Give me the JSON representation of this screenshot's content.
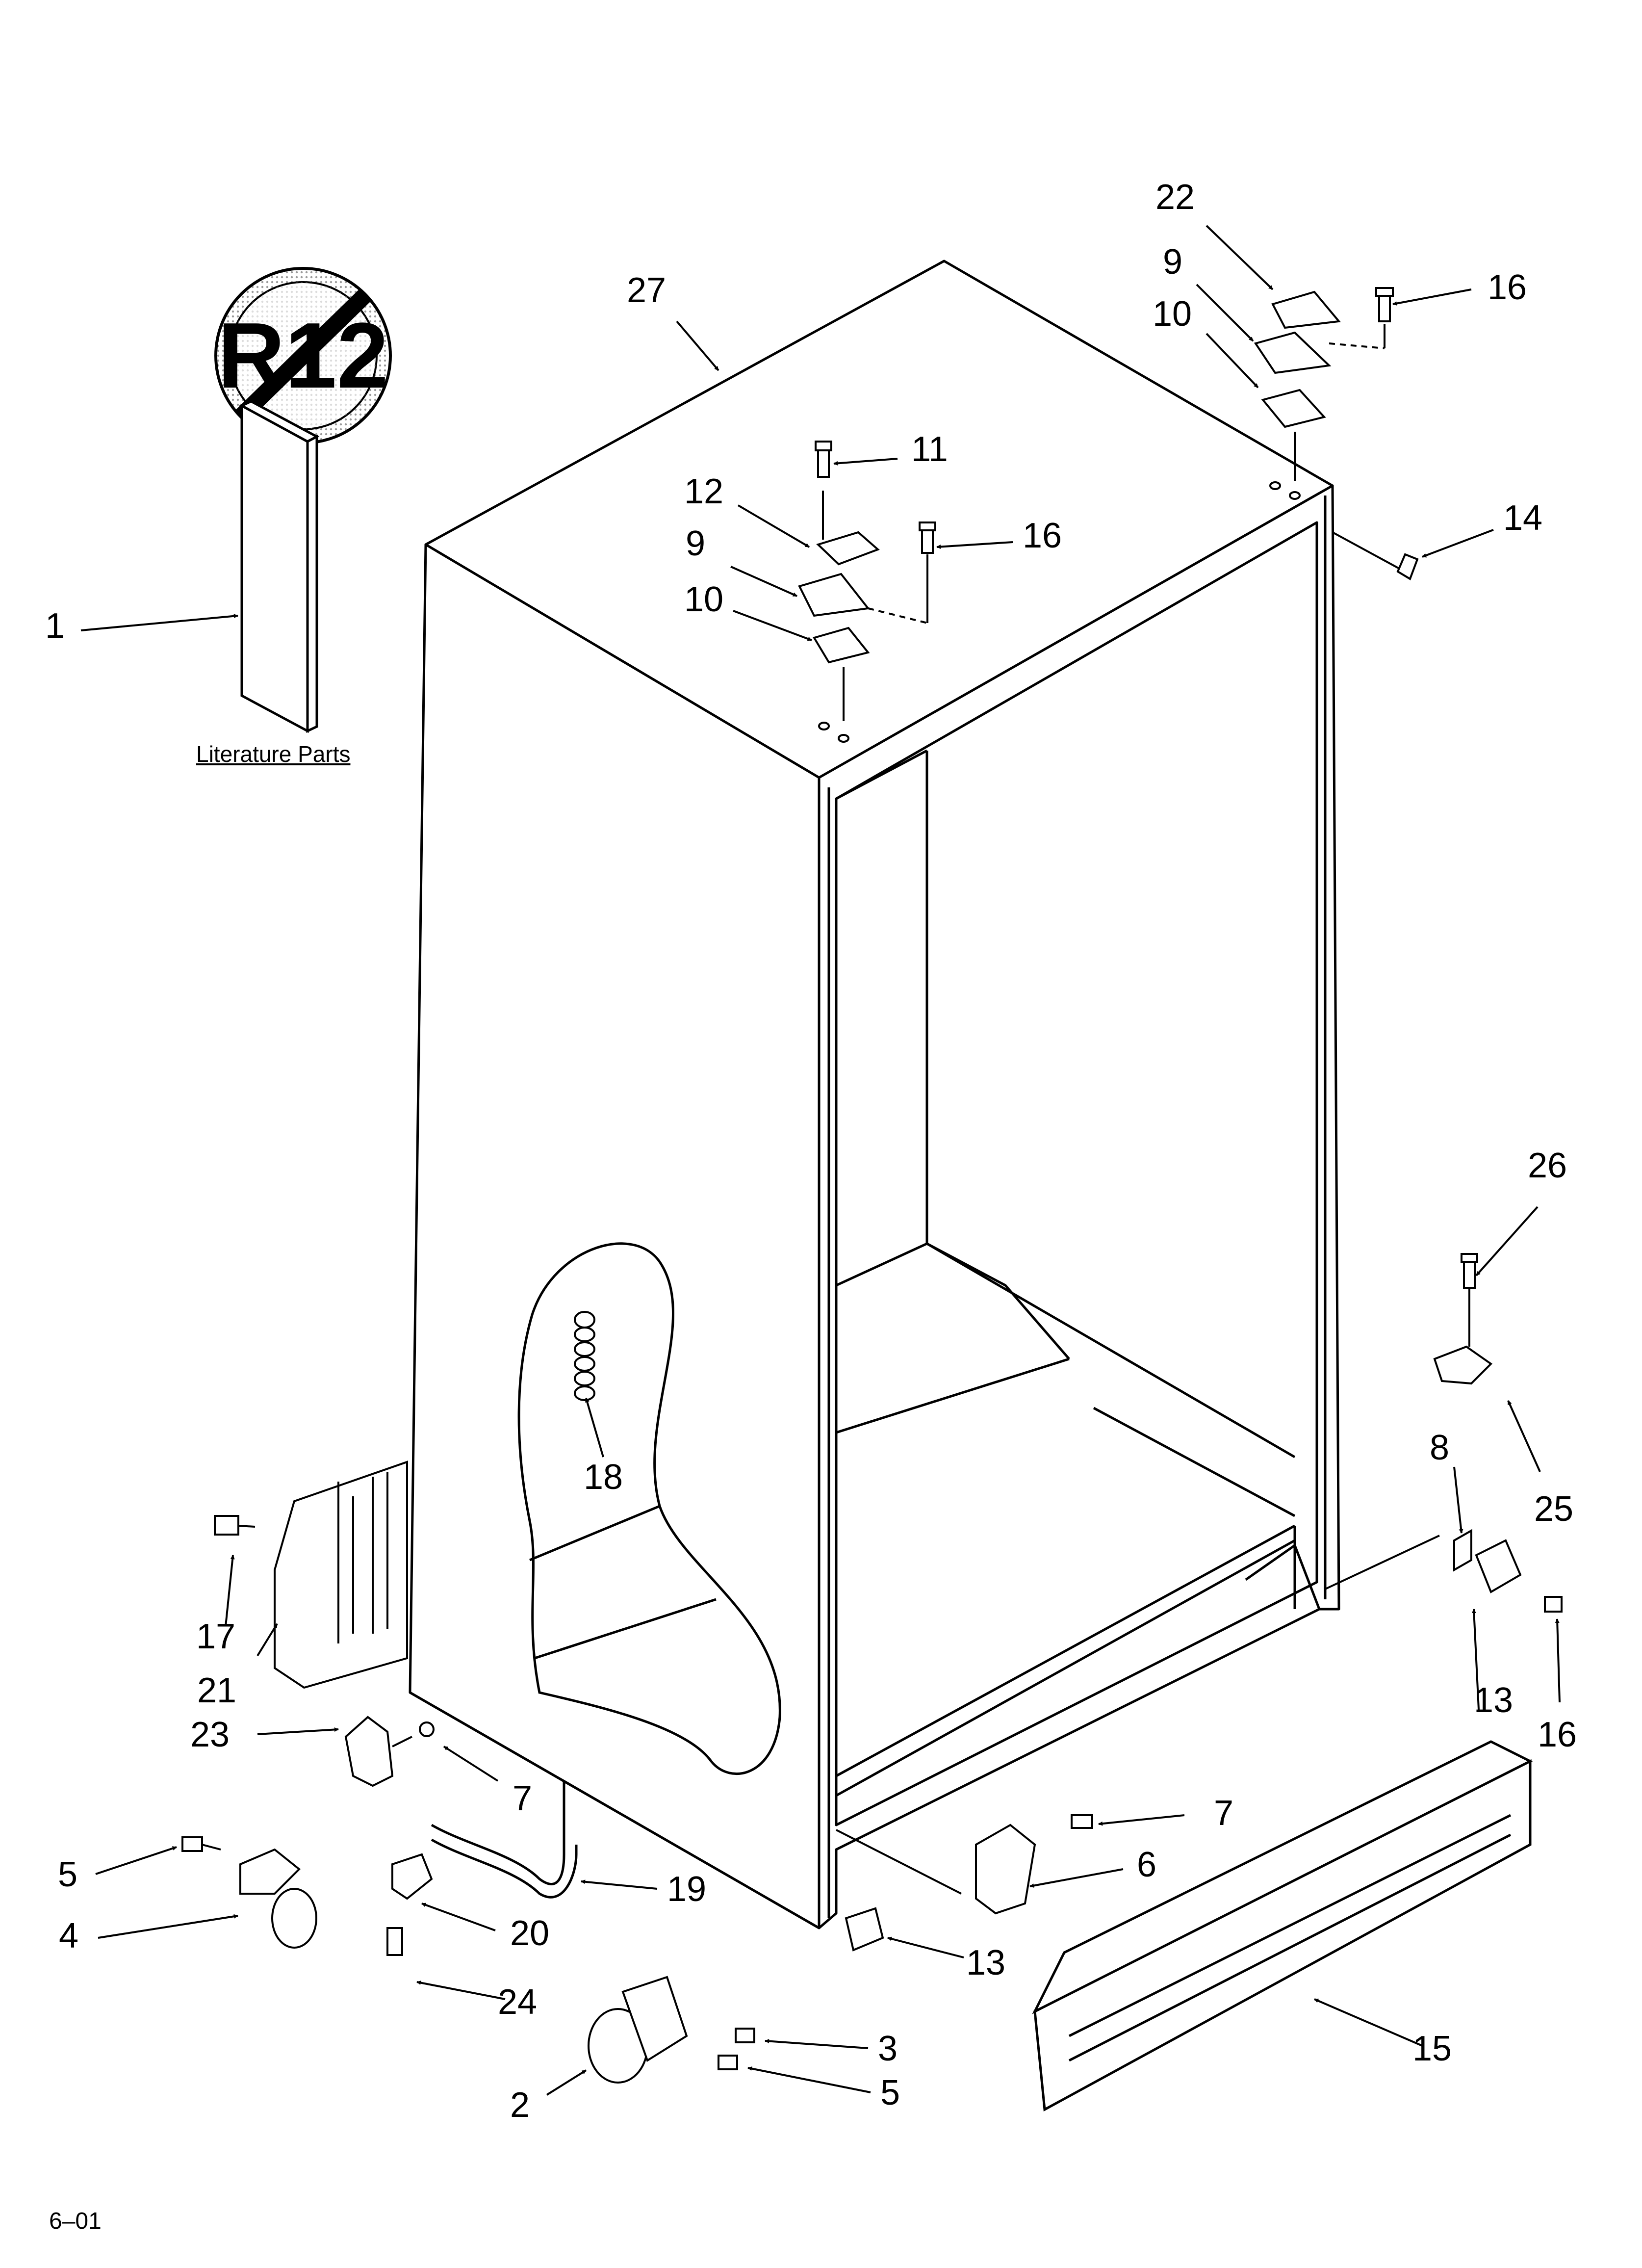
{
  "diagram": {
    "badge": {
      "text": "R12",
      "meaning": "no-r12-refrigerant-badge"
    },
    "literature_caption": "Literature Parts",
    "footer_code": "6–01",
    "callouts": [
      "27",
      "22",
      "9",
      "10",
      "16",
      "11",
      "12",
      "9",
      "16",
      "10",
      "14",
      "1",
      "26",
      "8",
      "25",
      "18",
      "17",
      "21",
      "23",
      "7",
      "13",
      "16",
      "5",
      "19",
      "7",
      "6",
      "4",
      "20",
      "13",
      "24",
      "15",
      "2",
      "3",
      "5"
    ]
  },
  "colors": {
    "ink": "#000000",
    "background": "#ffffff",
    "badge_dot": "#9a9a9a"
  }
}
